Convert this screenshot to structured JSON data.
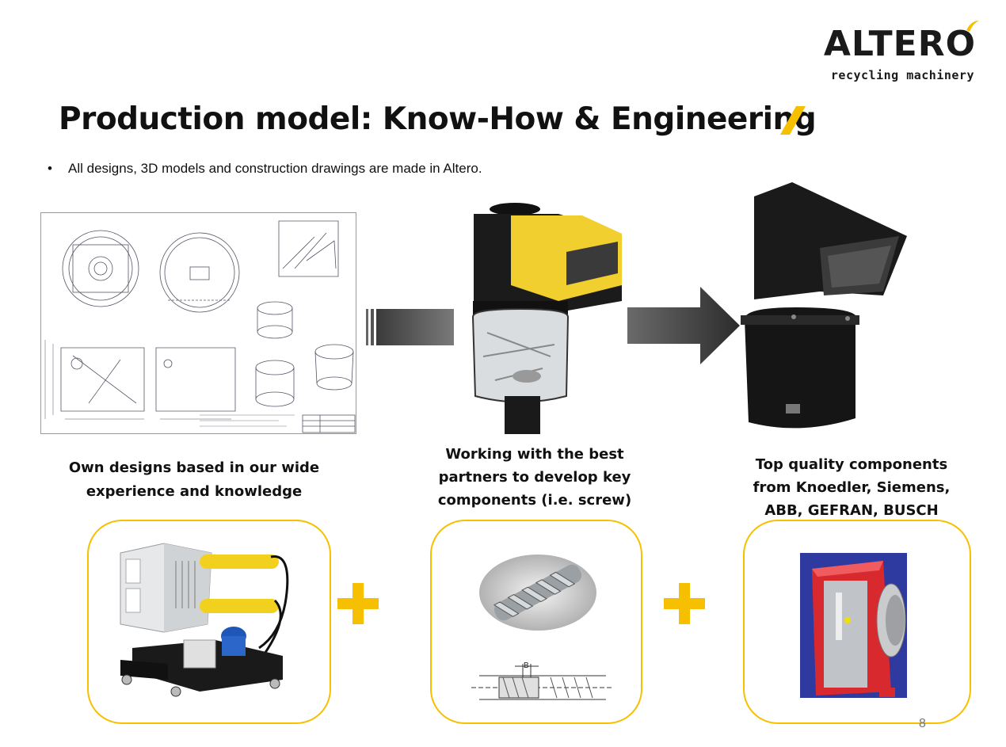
{
  "logo": {
    "word": "ALTERO",
    "subtitle": "recycling machinery",
    "accent_color": "#f6c000"
  },
  "slide": {
    "title": "Production model: Know-How & Engineering",
    "bullet": "All designs, 3D models and construction drawings are made in Altero.",
    "page_number": "8"
  },
  "captions": {
    "designs": [
      "Own designs based in our wide",
      "experience and knowledge"
    ],
    "partners": [
      "Working with the best",
      "partners to develop key",
      "components (i.e. screw)"
    ],
    "components": [
      "Top quality components",
      "from Knoedler, Siemens,",
      "ABB, GEFRAN, BUSCH"
    ]
  },
  "screw_drawing_label": "B",
  "colors": {
    "accent": "#f6c000",
    "hopper_yellow": "#f0cf2e",
    "gearbox_red": "#d8292e"
  }
}
